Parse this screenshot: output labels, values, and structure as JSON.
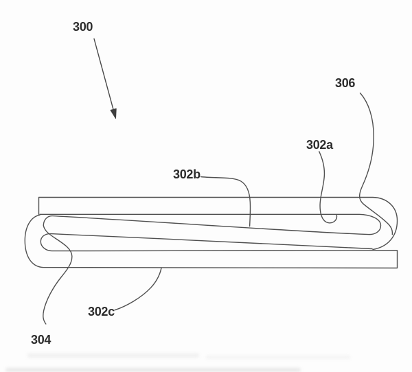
{
  "figure": {
    "type": "patent-line-drawing",
    "background_color": "#fdfdfd",
    "line_color": "#4f4f4f",
    "text_color": "#2d2d2d",
    "labels": [
      {
        "id": "ref-300",
        "text": "300"
      },
      {
        "id": "ref-306",
        "text": "306"
      },
      {
        "id": "ref-302a",
        "text": "302a"
      },
      {
        "id": "ref-302b",
        "text": "302b"
      },
      {
        "id": "ref-302c",
        "text": "302c"
      },
      {
        "id": "ref-304",
        "text": "304"
      }
    ]
  }
}
